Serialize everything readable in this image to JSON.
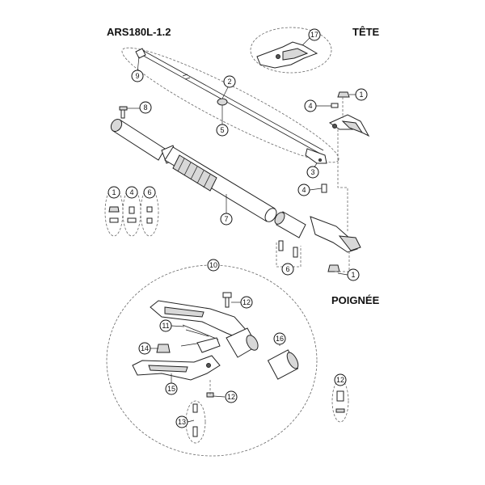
{
  "model_label": "ARS180L-1.2",
  "head_label": "TÊTE",
  "handle_label": "POIGNÉE",
  "callouts": {
    "c1a": "1",
    "c1b": "1",
    "c1c": "1",
    "c2": "2",
    "c3": "3",
    "c4a": "4",
    "c4b": "4",
    "c4c": "4",
    "c5": "5",
    "c6a": "6",
    "c6b": "6",
    "c7": "7",
    "c8": "8",
    "c9": "9",
    "c10": "10",
    "c11": "11",
    "c12a": "12",
    "c12b": "12",
    "c12c": "12",
    "c13": "13",
    "c14": "14",
    "c15": "15",
    "c16": "16",
    "c17": "17"
  }
}
